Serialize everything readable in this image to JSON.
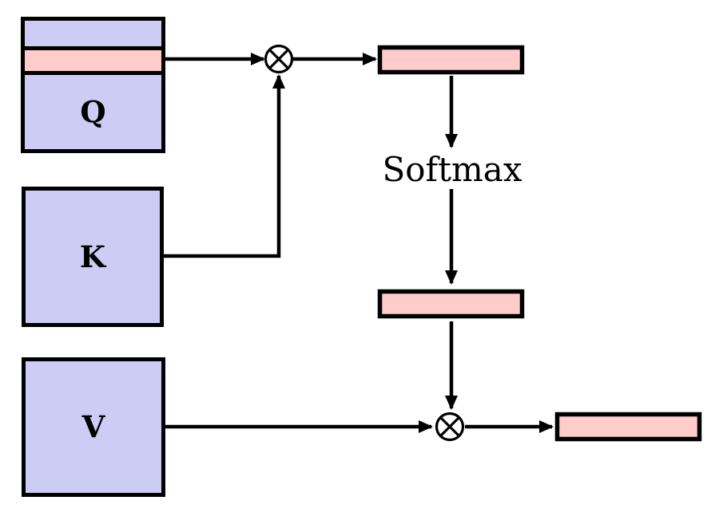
{
  "diagram": {
    "labels": {
      "q": "Q",
      "k": "K",
      "v": "V",
      "softmax": "Softmax"
    },
    "operators": {
      "multiply_icon": "circled-times",
      "multiply_symbol": "⊗"
    },
    "colors": {
      "matrix_fill": "#cdccf4",
      "vector_fill": "#ffcccc",
      "stroke": "#000000",
      "background": "#ffffff"
    }
  }
}
